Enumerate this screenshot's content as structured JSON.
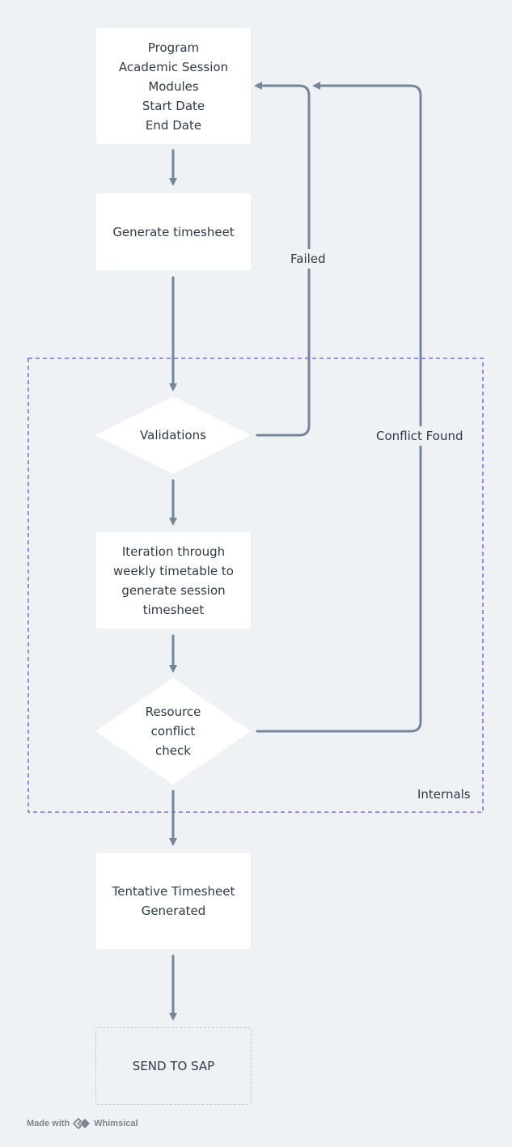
{
  "nodes": {
    "inputs": "Program\nAcademic Session\nModules\nStart Date\nEnd Date",
    "generate": "Generate timesheet",
    "validations": "Validations",
    "iteration": "Iteration through\nweekly timetable to\ngenerate session\ntimesheet",
    "conflict_check": "Resource\nconflict\ncheck",
    "tentative": "Tentative Timesheet\nGenerated",
    "send": "SEND TO SAP"
  },
  "edges": {
    "failed": "Failed",
    "conflict_found": "Conflict Found"
  },
  "frame": {
    "label": "Internals",
    "border_color": "#5b55e8"
  },
  "footer": {
    "made_with": "Made with",
    "brand": "Whimsical",
    "brand_icon": "whimsical-logo-icon"
  },
  "colors": {
    "background": "#eff2f5",
    "arrow": "#76869a",
    "node_fill": "#ffffff",
    "text": "#2e3a48"
  }
}
